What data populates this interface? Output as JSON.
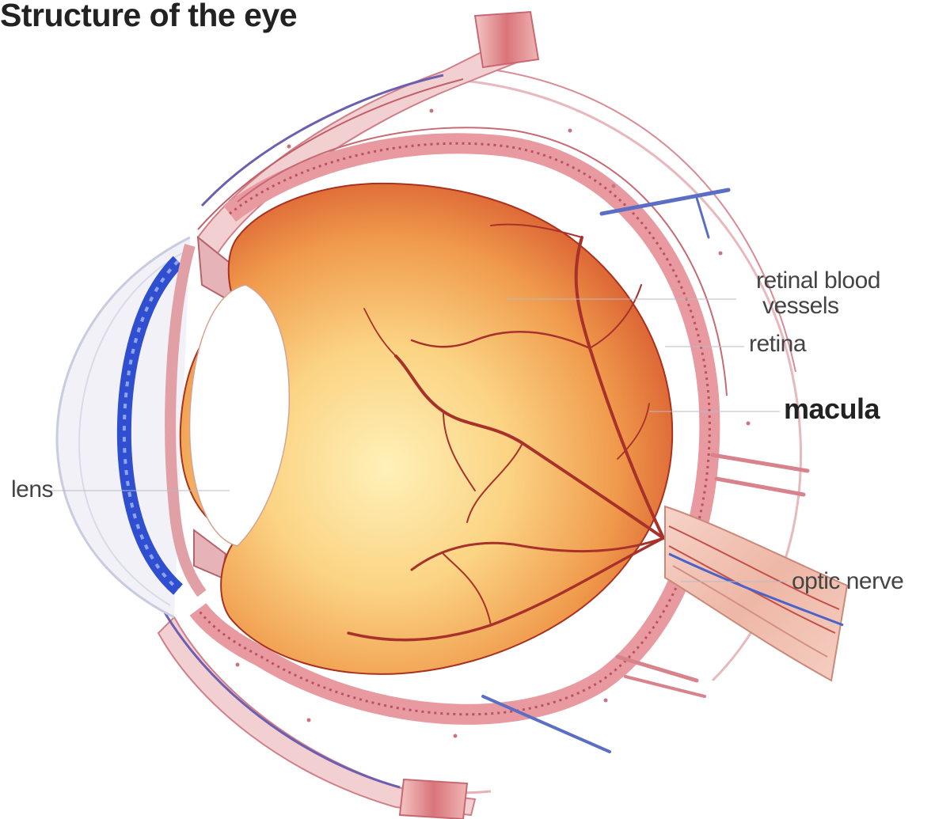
{
  "title": "Structure of the eye",
  "labels": {
    "retinal_blood_vessels_line1": "retinal blood",
    "retinal_blood_vessels_line2": "vessels",
    "retina": "retina",
    "macula": "macula",
    "lens": "lens",
    "optic_nerve": "optic nerve"
  },
  "colors": {
    "fundus_light": "#fde6a0",
    "fundus_mid": "#f4b35a",
    "fundus_dark": "#c4402a",
    "sclera_pink": "#e9a3a8",
    "vessel_red": "#a8322a",
    "vein_blue": "#5a6fc4",
    "iris_blue": "#2f4fd0",
    "cornea_gray": "#c9cbe0"
  }
}
